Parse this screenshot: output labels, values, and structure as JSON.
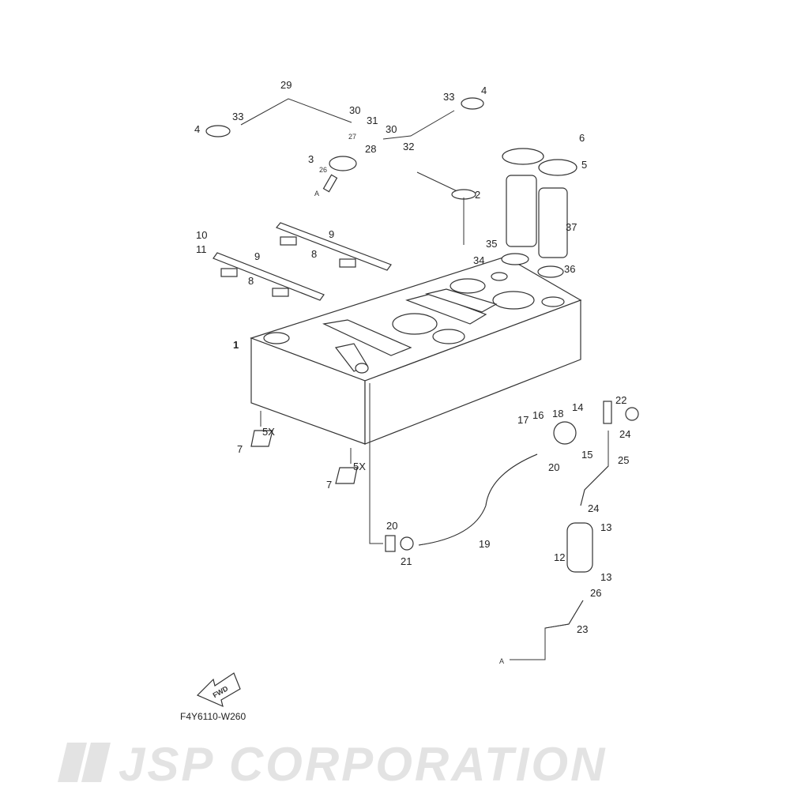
{
  "watermark": "JSP CORPORATION",
  "diagram_code": "F4Y6110-W260",
  "fwd_label": "FWD",
  "callouts": [
    "29",
    "33",
    "4",
    "30",
    "31",
    "30",
    "27",
    "28",
    "32",
    "3",
    "26",
    "A",
    "33",
    "4",
    "6",
    "5",
    "2",
    "37",
    "9",
    "10",
    "11",
    "8",
    "9",
    "8",
    "35",
    "34",
    "36",
    "1",
    "22",
    "17",
    "16",
    "18",
    "14",
    "24",
    "15",
    "20",
    "25",
    "5X",
    "7",
    "5X",
    "7",
    "24",
    "13",
    "20",
    "19",
    "21",
    "12",
    "13",
    "26",
    "23",
    "A"
  ]
}
